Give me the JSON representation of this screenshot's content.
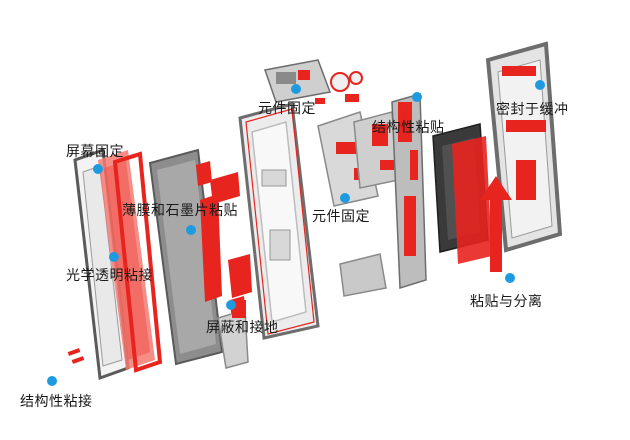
{
  "colors": {
    "adhesive": "#e8241f",
    "adhesive_light": "#f47a72",
    "marker": "#1e9be0",
    "frame": "#6d6d6d",
    "frame_light": "#bdbdbd",
    "frame_fill": "#ececec",
    "dark": "#3a3a3a"
  },
  "labels": {
    "screen_fix": "屏幕固定",
    "optical_bond": "光学透明粘接",
    "film_graphite": "薄膜和石墨片粘贴",
    "shield_ground": "屏蔽和接地",
    "component_fix_top": "元件固定",
    "component_fix_mid": "元件固定",
    "structural_bond_top": "结构性粘贴",
    "seal_buffer": "密封于缓冲",
    "bond_separate": "粘贴与分离",
    "structural_bond_bottom": "结构性粘接"
  },
  "marker_icon": "blue-dot-marker"
}
